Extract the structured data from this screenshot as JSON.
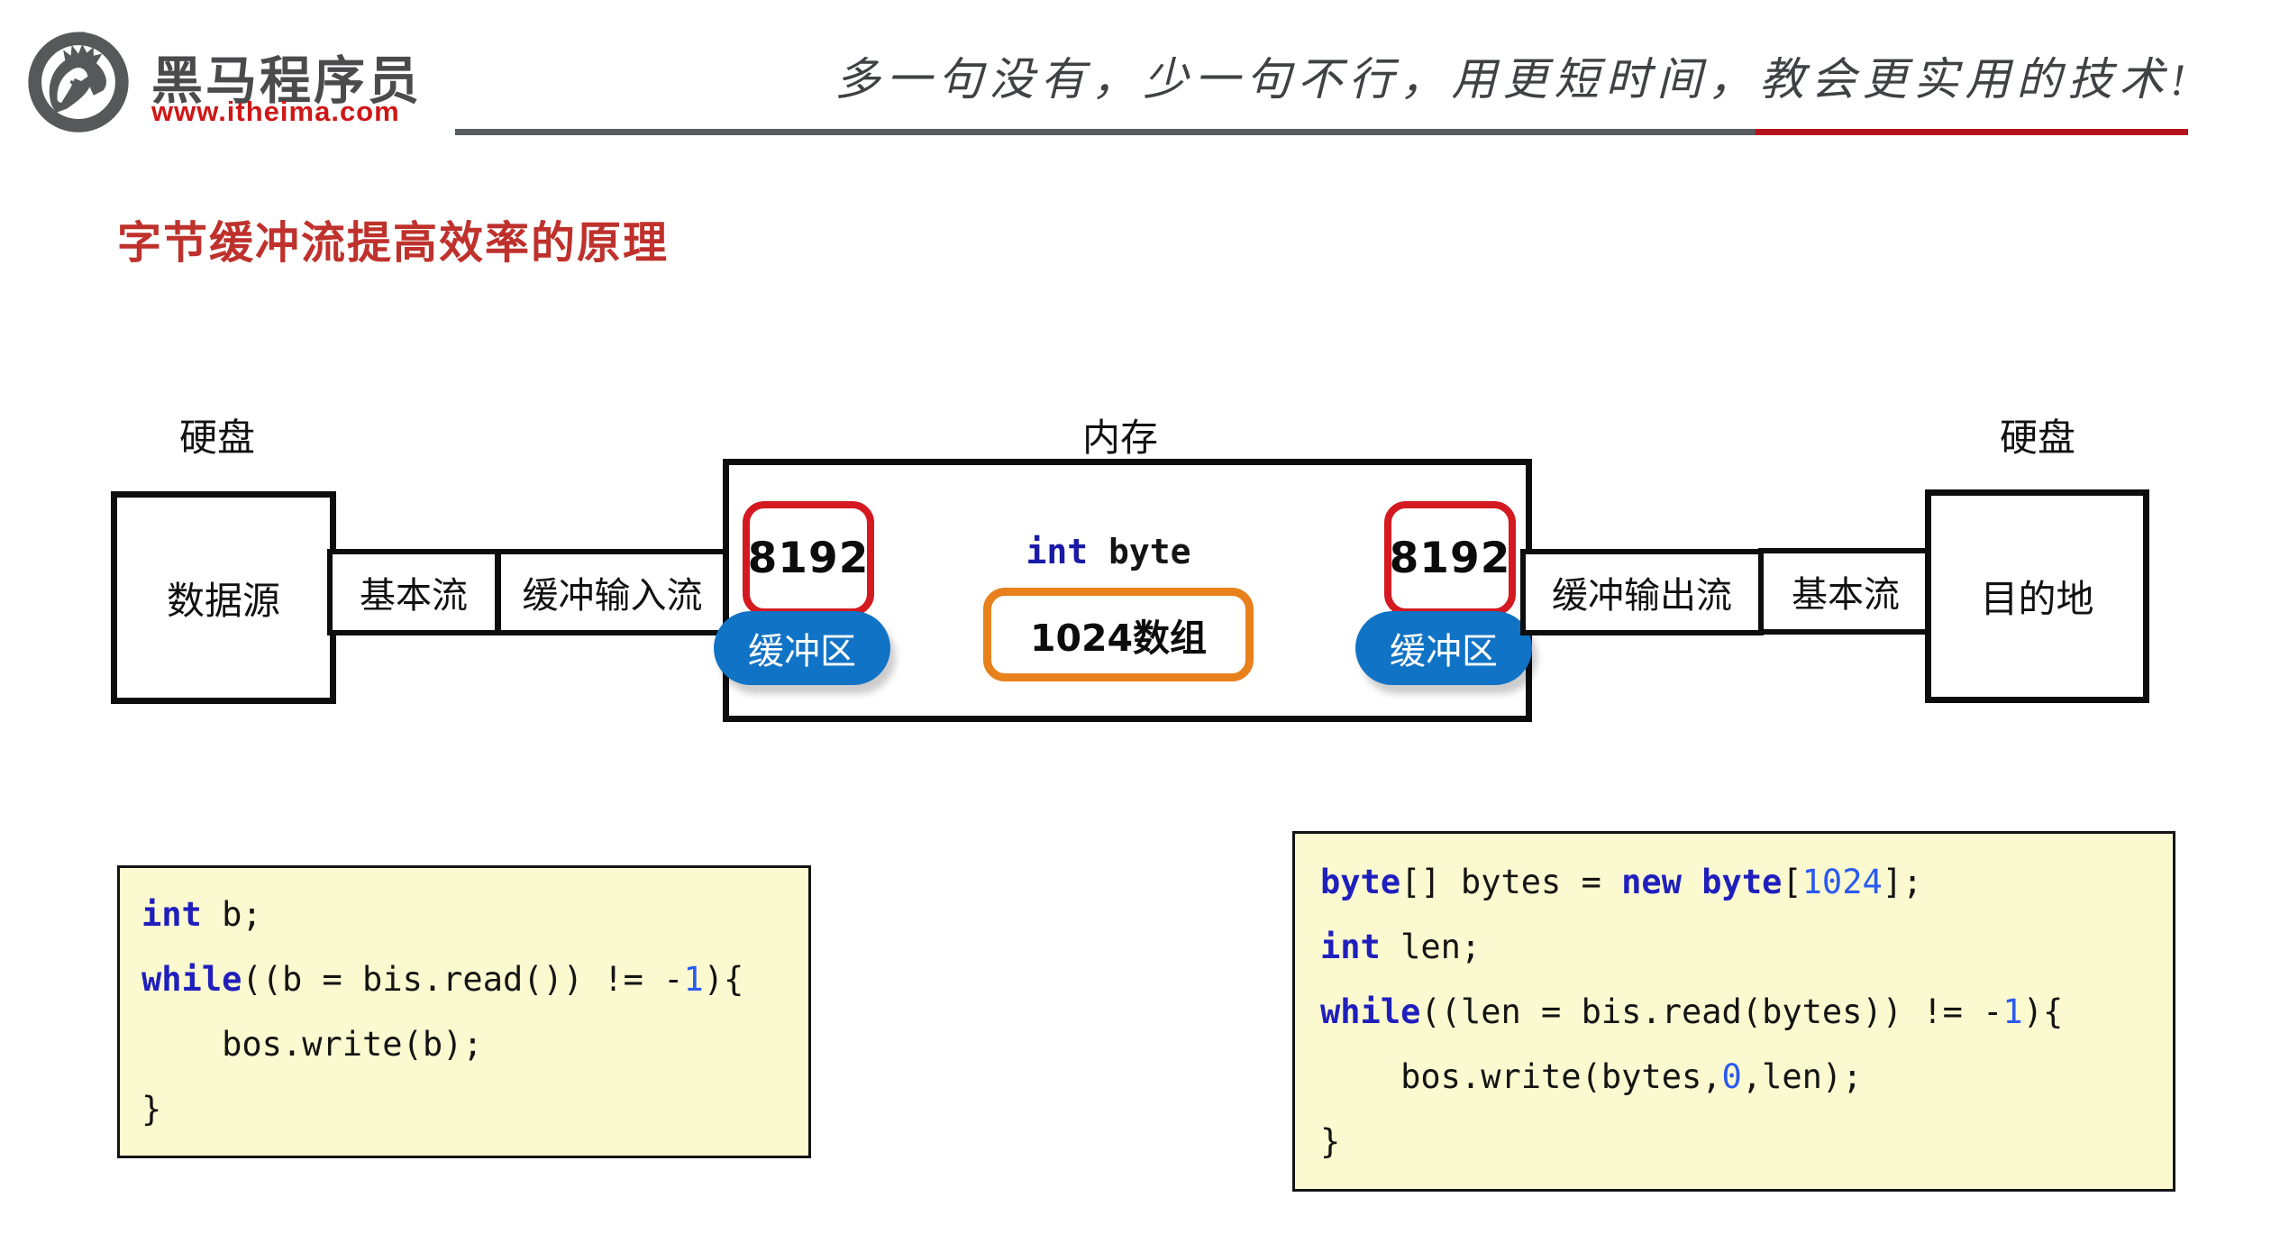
{
  "header": {
    "brand": "黑马程序员",
    "url": "www.itheima.com",
    "slogan": "多一句没有，少一句不行，用更短时间，教会更实用的技术!",
    "rule_colors": {
      "gray": "#595b5e",
      "red": "#b5121b"
    }
  },
  "title": {
    "text": "字节缓冲流提高效率的原理",
    "color": "#bf312c"
  },
  "diagram": {
    "disk_left_label": "硬盘",
    "memory_label": "内存",
    "disk_right_label": "硬盘",
    "source_box": "数据源",
    "basic_stream_left": "基本流",
    "buffered_input_stream": "缓冲输入流",
    "buffer_size_left": "8192",
    "buffer_badge_left": "缓冲区",
    "int_byte": {
      "keyword": "int",
      "rest": " byte"
    },
    "array_box": "1024数组",
    "buffer_size_right": "8192",
    "buffer_badge_right": "缓冲区",
    "buffered_output_stream": "缓冲输出流",
    "basic_stream_right": "基本流",
    "dest_box": "目的地",
    "colors": {
      "buffer_border_red": "#d41920",
      "badge_blue": "#1173c5",
      "array_border_orange": "#e8811c",
      "box_border_black": "#0d0d0d"
    }
  },
  "code": {
    "colors": {
      "keyword": "#1f1fbd",
      "number": "#2a5af0",
      "plain": "#141414",
      "background": "#fbf9cf"
    },
    "left_box": {
      "lines": [
        [
          {
            "t": "int",
            "c": "kw"
          },
          {
            "t": " b;",
            "c": "p"
          }
        ],
        [
          {
            "t": "while",
            "c": "kw"
          },
          {
            "t": "((b = bis.read()) != -",
            "c": "p"
          },
          {
            "t": "1",
            "c": "num"
          },
          {
            "t": "){",
            "c": "p"
          }
        ],
        [
          {
            "t": "    bos.write(b);",
            "c": "p"
          }
        ],
        [
          {
            "t": "}",
            "c": "p"
          }
        ]
      ]
    },
    "right_box": {
      "lines": [
        [
          {
            "t": "byte",
            "c": "kw"
          },
          {
            "t": "[] bytes = ",
            "c": "p"
          },
          {
            "t": "new",
            "c": "kw"
          },
          {
            "t": " ",
            "c": "p"
          },
          {
            "t": "byte",
            "c": "kw"
          },
          {
            "t": "[",
            "c": "p"
          },
          {
            "t": "1024",
            "c": "num"
          },
          {
            "t": "];",
            "c": "p"
          }
        ],
        [
          {
            "t": "int",
            "c": "kw"
          },
          {
            "t": " len;",
            "c": "p"
          }
        ],
        [
          {
            "t": "while",
            "c": "kw"
          },
          {
            "t": "((len = bis.read(bytes)) != -",
            "c": "p"
          },
          {
            "t": "1",
            "c": "num"
          },
          {
            "t": "){",
            "c": "p"
          }
        ],
        [
          {
            "t": "    bos.write(bytes,",
            "c": "p"
          },
          {
            "t": "0",
            "c": "num"
          },
          {
            "t": ",len);",
            "c": "p"
          }
        ],
        [
          {
            "t": "}",
            "c": "p"
          }
        ]
      ]
    }
  }
}
